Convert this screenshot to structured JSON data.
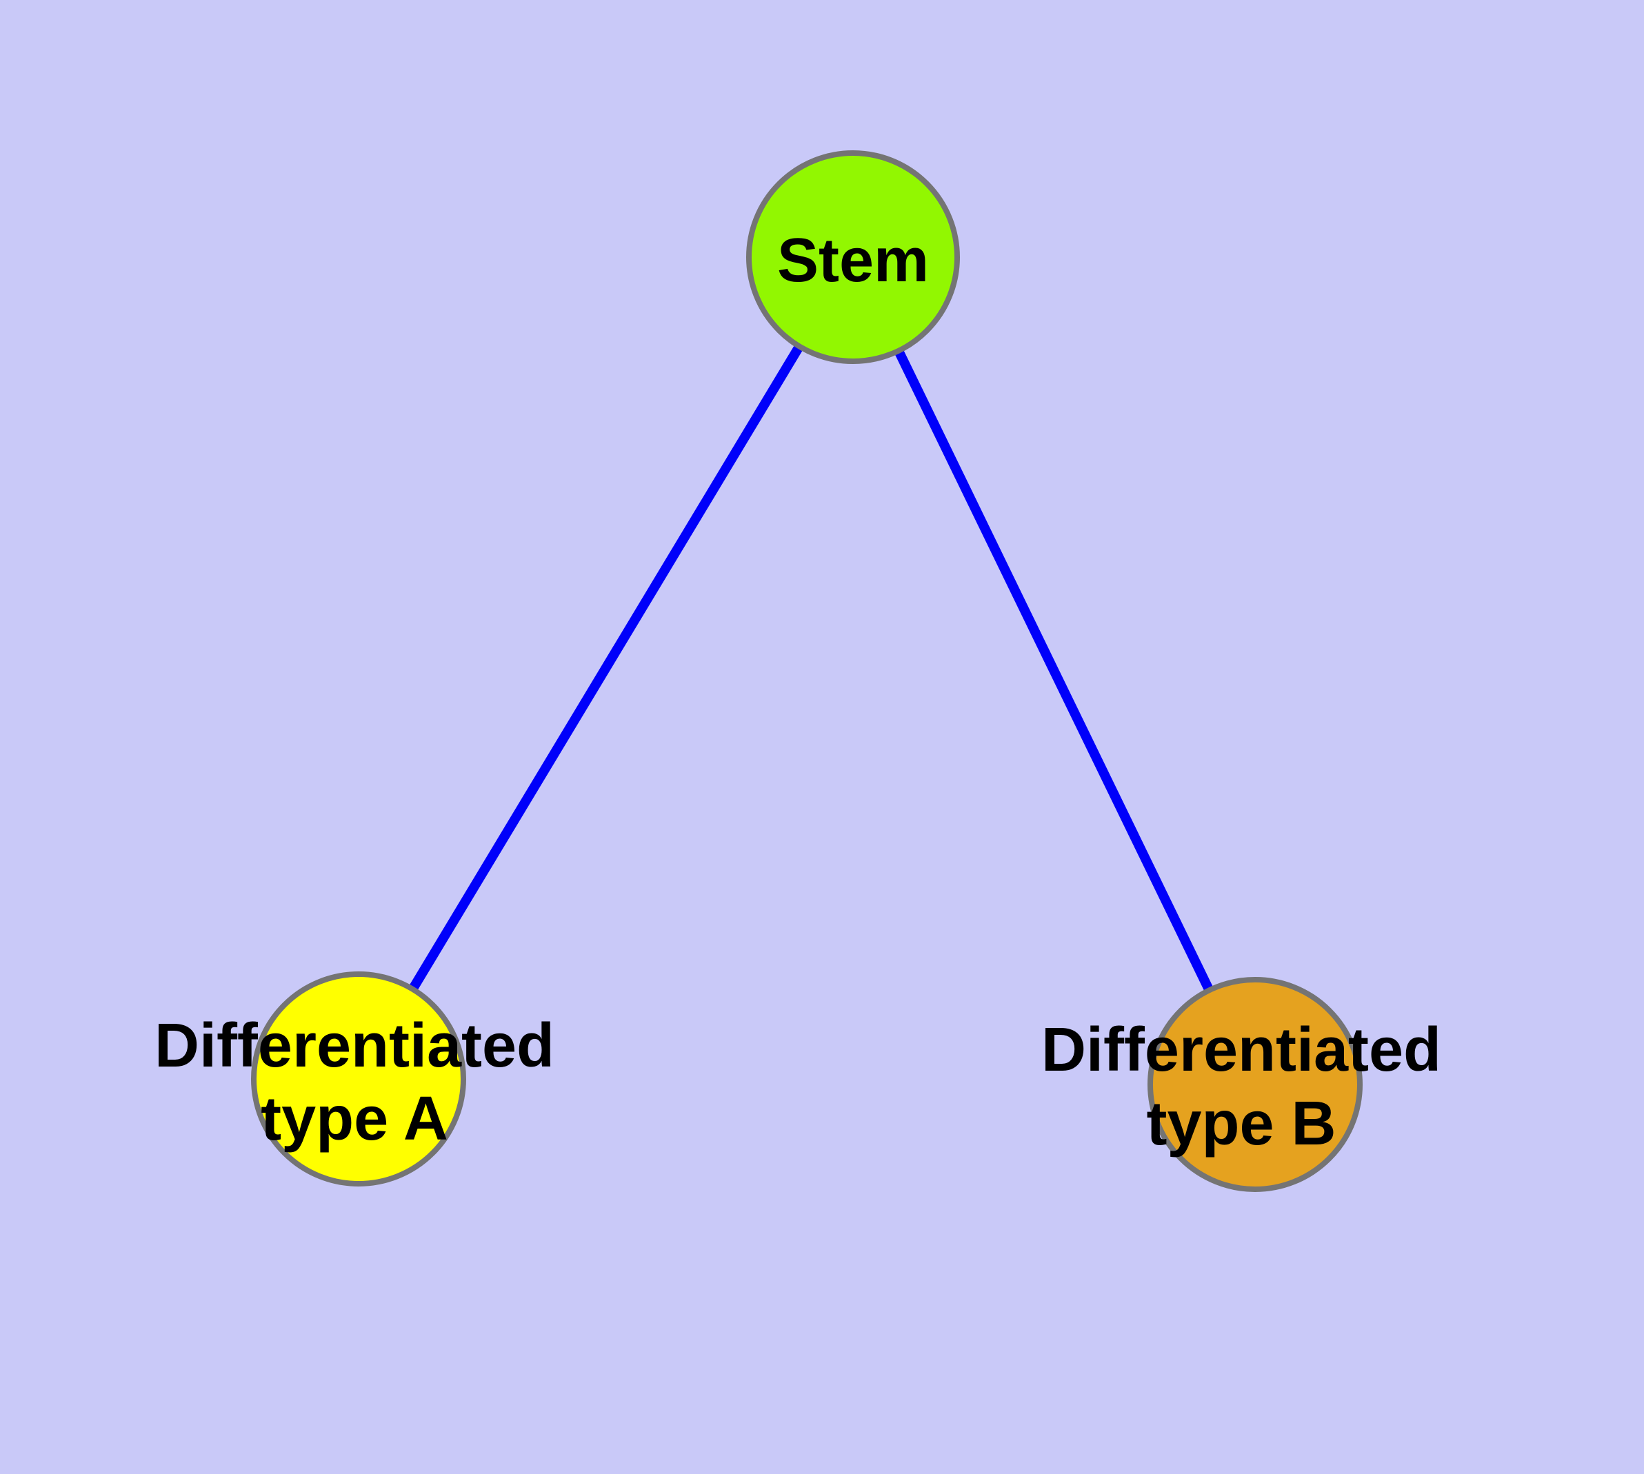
{
  "graph": {
    "type": "node-link-diagram",
    "nodes": [
      {
        "id": "stem",
        "label": "Stem",
        "fill": "#92F701",
        "shape": "circle"
      },
      {
        "id": "type_a",
        "label_line1": "Differentiated",
        "label_line2": "type A",
        "label_full": "Differentiated type A",
        "fill": "#FFFF00",
        "shape": "circle"
      },
      {
        "id": "type_b",
        "label_line1": "Differentiated",
        "label_line2": "type B",
        "label_full": "Differentiated type B",
        "fill": "#E5A21F",
        "shape": "circle"
      }
    ],
    "edges": [
      {
        "from": "stem",
        "to": "type_a",
        "style": "solid",
        "arrowhead": "none"
      },
      {
        "from": "stem",
        "to": "type_b",
        "style": "solid",
        "arrowhead": "none"
      }
    ]
  },
  "colors": {
    "background": "#C9C9F8",
    "edge": "#0000FA",
    "node_border": "#747474",
    "label": "#000000"
  }
}
